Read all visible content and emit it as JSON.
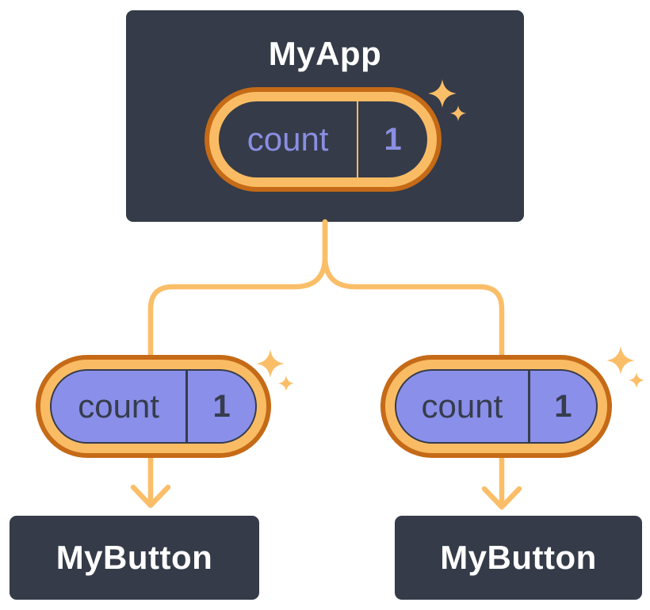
{
  "diagram": {
    "root": {
      "title": "MyApp",
      "state": {
        "label": "count",
        "value": "1"
      }
    },
    "children": [
      {
        "title": "MyButton",
        "prop": {
          "label": "count",
          "value": "1"
        }
      },
      {
        "title": "MyButton",
        "prop": {
          "label": "count",
          "value": "1"
        }
      }
    ]
  },
  "icons": {
    "sparkle": "sparkle-icon",
    "arrow": "arrow-down-icon"
  },
  "colors": {
    "background": "#ffffff",
    "node_bg": "#353B48",
    "node_border": "#ffffff",
    "node_title": "#ffffff",
    "connector": "#FABE68",
    "pill_ring": "#F9BC64",
    "pill_ring_border": "#C56A17",
    "prop_pill_fill": "#8A8FEA",
    "state_text": "#8A8FE2",
    "dark_ink": "#363C4B"
  }
}
